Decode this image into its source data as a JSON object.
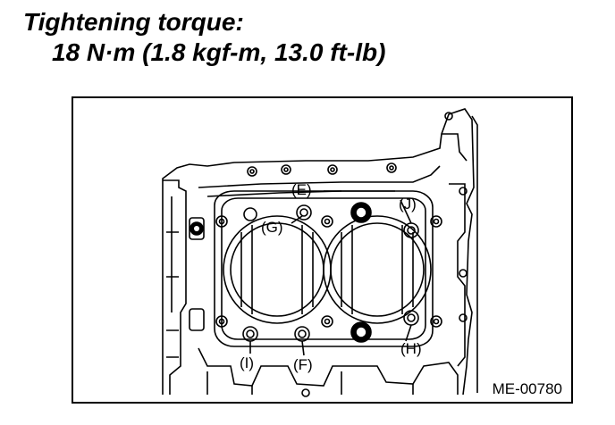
{
  "heading": {
    "line1": "Tightening torque:",
    "line2": "18 N·m (1.8 kgf-m, 13.0 ft-lb)"
  },
  "figure": {
    "code": "ME-00780",
    "callouts": {
      "E": "(E)",
      "J": "(J)",
      "G": "(G)",
      "H": "(H)",
      "I": "(I)",
      "F": "(F)"
    }
  }
}
